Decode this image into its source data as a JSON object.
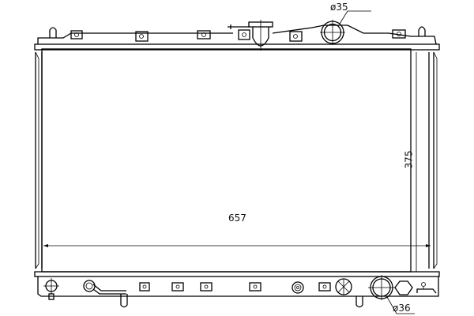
{
  "drawing": {
    "subject": "radiator",
    "colors": {
      "line": "#000000",
      "background": "#ffffff"
    },
    "dimensions": {
      "width": {
        "label": "657"
      },
      "height": {
        "label": "375"
      },
      "inlet_diameter": {
        "label": "ø35"
      },
      "outlet_diameter": {
        "label": "ø36"
      }
    },
    "top_tank": {
      "mount_tabs": 6,
      "filler_cap": true,
      "inlet_pipe": true,
      "locating_pins": 2
    },
    "bottom_tank": {
      "mount_tabs": 6,
      "drain_plug": true,
      "outlet_pipe": true,
      "fittings": 4
    }
  }
}
